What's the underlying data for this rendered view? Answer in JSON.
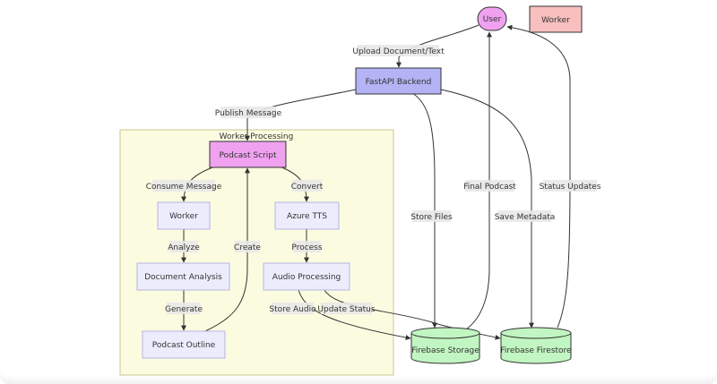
{
  "nodes": {
    "user": "User",
    "worker_legend": "Worker",
    "fastapi": "FastAPI Backend",
    "subgraph_title": "Worker Processing",
    "podcast_script": "Podcast Script",
    "worker": "Worker",
    "document_analysis": "Document Analysis",
    "podcast_outline": "Podcast Outline",
    "azure_tts": "Azure TTS",
    "audio_processing": "Audio Processing",
    "firebase_storage": "Firebase Storage",
    "firebase_firestore": "Firebase Firestore"
  },
  "edges": {
    "upload": "Upload Document/Text",
    "publish": "Publish Message",
    "consume": "Consume Message",
    "convert": "Convert",
    "analyze": "Analyze",
    "create": "Create",
    "process": "Process",
    "generate": "Generate",
    "store_audio": "Store Audio",
    "update_status": "Update Status",
    "store_files": "Store Files",
    "save_metadata": "Save Metadata",
    "final_podcast": "Final Podcast",
    "status_updates": "Status Updates"
  },
  "colors": {
    "user": "#f0a2f0",
    "worker_legend": "#f8bfbf",
    "backend": "#b3b3f5",
    "subgraph": "#fbfbe0",
    "default_node": "#ececfc",
    "database": "#c1f5c1"
  }
}
